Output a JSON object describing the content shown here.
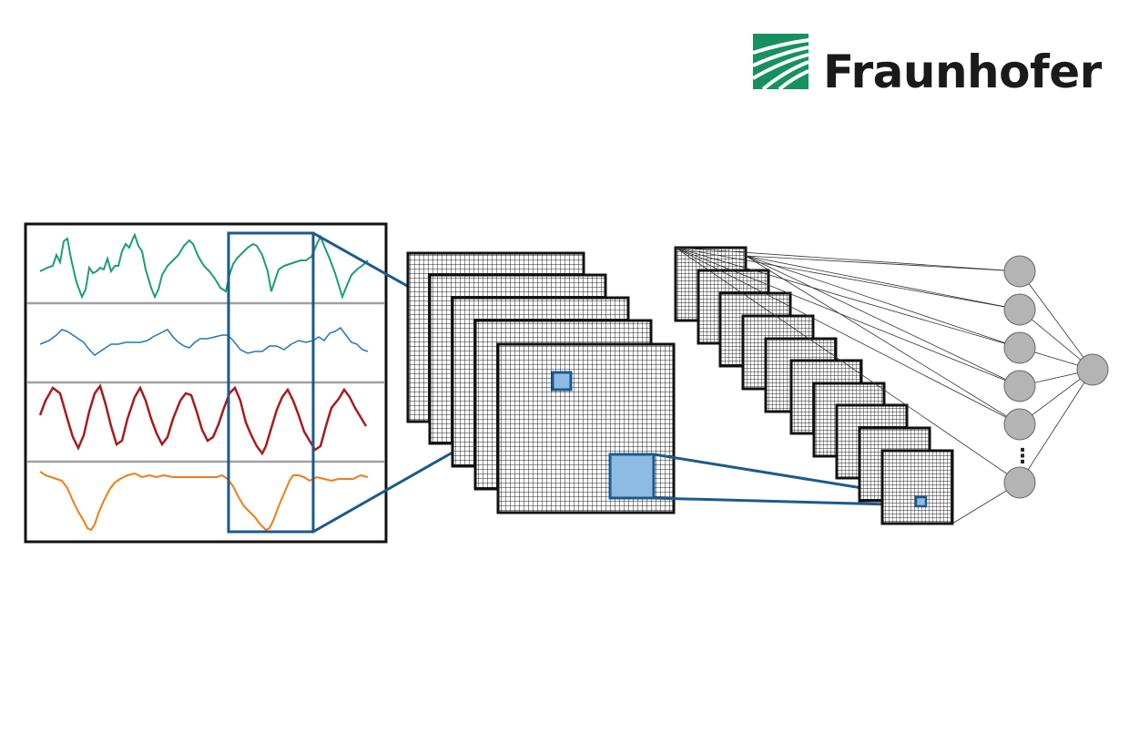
{
  "logo": {
    "text": "Fraunhofer",
    "color": "#17915f",
    "text_color": "#1a1a1a"
  },
  "signals": {
    "colors": [
      "#1a9e77",
      "#1f78b4",
      "#a61c1c",
      "#ee7d16"
    ],
    "separator_color": "#a0a0a0"
  },
  "highlight": {
    "stroke_color": "#1b5a8c",
    "fill_color": "#8cbbe3"
  },
  "layers": {
    "conv1_maps": 5,
    "conv2_maps": 10,
    "hidden_nodes_visible": 6,
    "output_nodes": 1,
    "node_color": "#b4b4b4",
    "ellipsis": "⋮"
  }
}
